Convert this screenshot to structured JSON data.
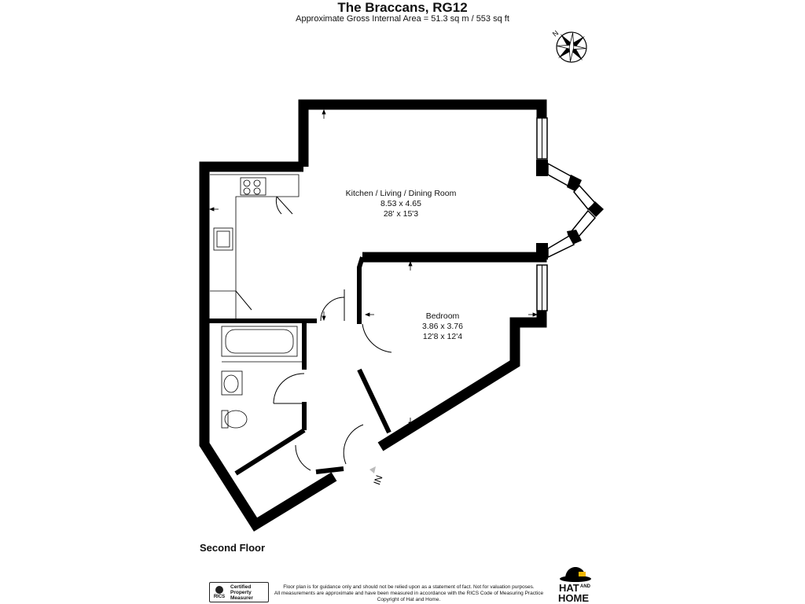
{
  "header": {
    "title": "The Braccans, RG12",
    "area": "Approximate Gross Internal Area = 51.3 sq m / 553 sq ft"
  },
  "rooms": [
    {
      "name": "Kitchen / Living / Dining Room",
      "metric": "8.53 x 4.65",
      "imperial": "28' x 15'3"
    },
    {
      "name": "Bedroom",
      "metric": "3.86 x 3.76",
      "imperial": "12'8 x 12'4"
    }
  ],
  "plan": {
    "entrance_label": "IN",
    "floor_label": "Second Floor",
    "compass_label": "N",
    "wall_color": "#000000"
  },
  "footer": {
    "disclaimer": [
      "Floor plan is for guidance only and should not be relied upon as a statement of fact. Not for valuation purposes.",
      "All measurements are approximate and have been measured in accordance with the RICS Code of Measuring Practice",
      "Copyright of Hat and Home."
    ],
    "rics_logo": "RICS",
    "rics_badge": [
      "Certified",
      "Property",
      "Measurer"
    ],
    "brand": {
      "word1": "HAT",
      "word2": "AND",
      "word3": "HOME"
    }
  }
}
